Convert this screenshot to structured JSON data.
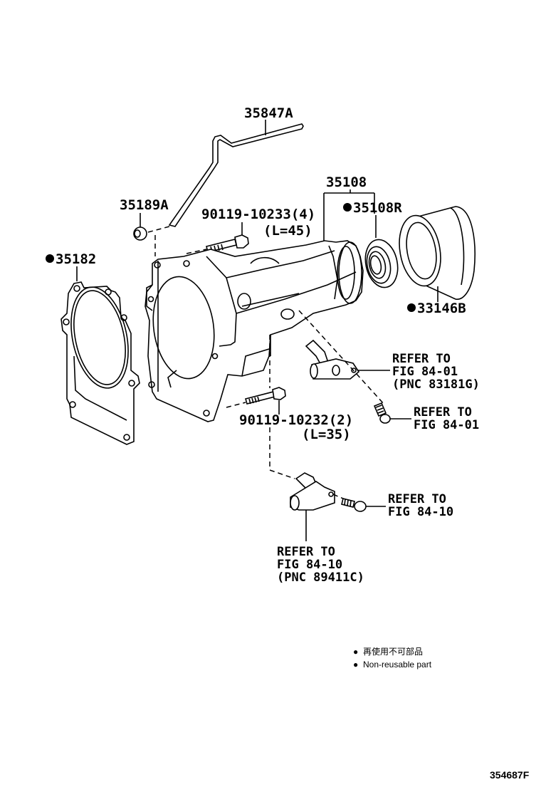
{
  "diagram": {
    "figure_number": "354687F",
    "parts": [
      {
        "id": "35847A",
        "label": "35847A",
        "reusable": true
      },
      {
        "id": "35189A",
        "label": "35189A",
        "reusable": true
      },
      {
        "id": "90119-10233",
        "label": "90119-10233(4)",
        "length": "(L=45)",
        "reusable": true
      },
      {
        "id": "35108",
        "label": "35108",
        "reusable": true
      },
      {
        "id": "35108R",
        "label": "35108R",
        "reusable": false
      },
      {
        "id": "33146B",
        "label": "33146B",
        "reusable": false
      },
      {
        "id": "35182",
        "label": "35182",
        "reusable": false
      },
      {
        "id": "90119-10232",
        "label": "90119-10232(2)",
        "length": "(L=35)",
        "reusable": true
      }
    ],
    "references": [
      {
        "lines": [
          "REFER TO",
          "FIG 84-01",
          "(PNC 83181G)"
        ]
      },
      {
        "lines": [
          "REFER TO",
          "FIG 84-01"
        ]
      },
      {
        "lines": [
          "REFER TO",
          "FIG 84-10"
        ]
      },
      {
        "lines": [
          "REFER TO",
          "FIG 84-10",
          "(PNC 89411C)"
        ]
      }
    ],
    "legend": {
      "bullet": "●",
      "jp_text": "再使用不可部品",
      "en_text": "Non-reusable part"
    }
  }
}
